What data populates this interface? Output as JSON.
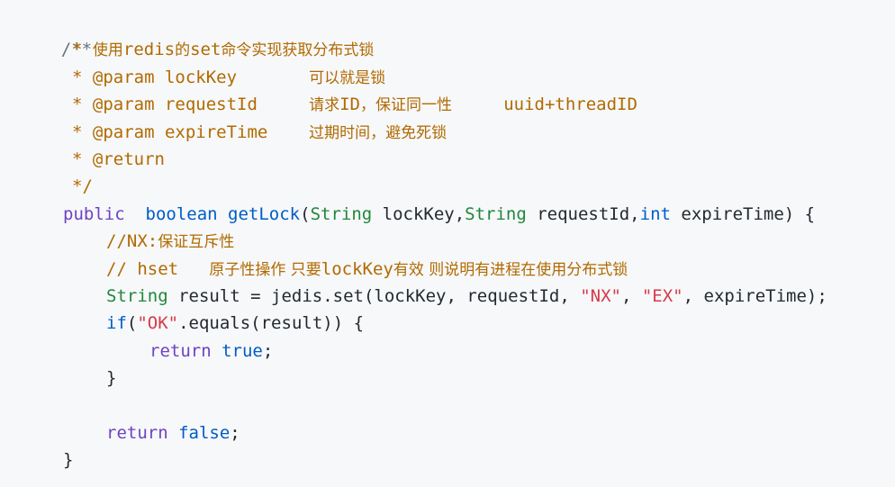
{
  "code": {
    "l1": "/**",
    "l2_star": "* ",
    "l2_cn1": "使用",
    "l2_en": "redis",
    "l2_cn2": "的",
    "l2_en2": "set",
    "l2_cn3": "命令实现获取分布式锁",
    "l3_a": "* @param lockKey       ",
    "l3_cn": "可以就是锁",
    "l4_a": "* @param requestId     ",
    "l4_cn": "请求",
    "l4_id": "ID",
    "l4_cn2": "，保证同一性",
    "l4_b": "     uuid+threadID",
    "l5_a": "* @param expireTime    ",
    "l5_cn": "过期时间，避免死锁",
    "l6": "* @return",
    "l7": "*/",
    "l8_public": "public",
    "l8_boolean": "  boolean",
    "l8_fn": " getLock",
    "l8_p1": "(",
    "l8_String1": "String",
    "l8_lockKey": " lockKey,",
    "l8_String2": "String",
    "l8_requestId": " requestId,",
    "l8_int": "int",
    "l8_rest": " expireTime) {",
    "l9_a": "//NX:",
    "l9_cn": "保证互斥性",
    "l10_a": "// hset   ",
    "l10_cn1": "原子性操作 只要",
    "l10_en": "lockKey",
    "l10_cn2": "有效 则说明有进程在使用分布式锁",
    "l11_String": "String",
    "l11_a": " result = jedis.set(lockKey, requestId, ",
    "l11_nx": "\"NX\"",
    "l11_b": ", ",
    "l11_ex": "\"EX\"",
    "l11_c": ", expireTime);",
    "l12_if": "if",
    "l12_p": "(",
    "l12_ok": "\"OK\"",
    "l12_rest": ".equals(result)) {",
    "l13_return": "return",
    "l13_true": " true",
    "l13_semi": ";",
    "l14": "}",
    "l15": "",
    "l16_return": "return",
    "l16_false": " false",
    "l16_semi": ";",
    "l17": "}"
  }
}
